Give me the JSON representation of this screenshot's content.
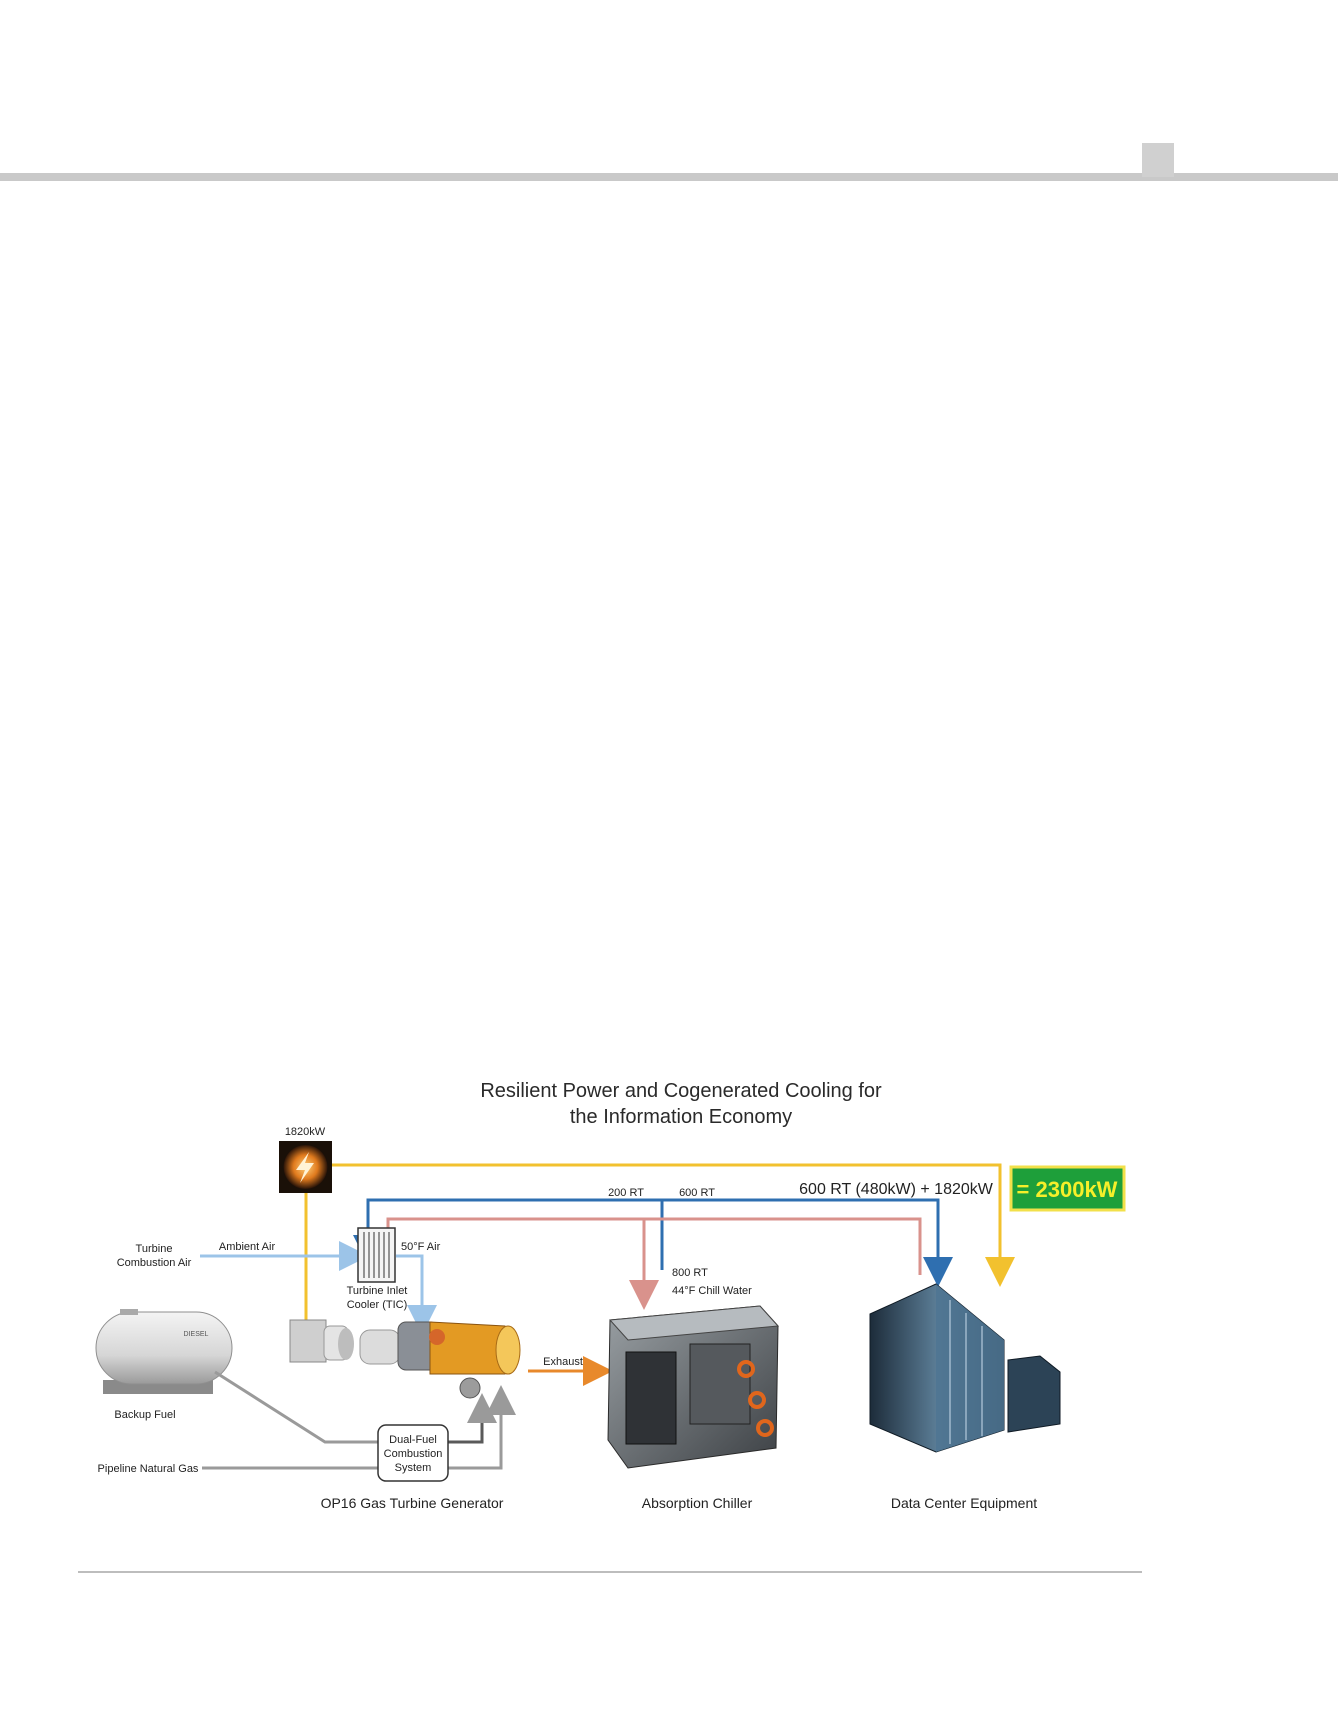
{
  "figure": {
    "title_line1": "Resilient Power and Cogenerated Cooling for",
    "title_line2": "the Information Economy"
  },
  "power": {
    "generator_output": "1820kW",
    "total_badge": "= 2300kW",
    "summary": "600 RT (480kW) + 1820kW"
  },
  "chilled_water": {
    "to_tic": "200 RT",
    "to_datacenter": "600 RT",
    "chiller_output": "800 RT",
    "chiller_temp": "44°F Chill Water"
  },
  "air": {
    "source_line1": "Turbine",
    "source_line2": "Combustion Air",
    "ambient": "Ambient Air",
    "cooled": "50°F Air",
    "tic_line1": "Turbine Inlet",
    "tic_line2": "Cooler (TIC)"
  },
  "fuel": {
    "backup": "Backup Fuel",
    "pipeline": "Pipeline Natural Gas",
    "combustion_line1": "Dual-Fuel",
    "combustion_line2": "Combustion",
    "combustion_line3": "System"
  },
  "exhaust_label": "Exhaust",
  "components": {
    "turbine": "OP16 Gas Turbine Generator",
    "chiller": "Absorption Chiller",
    "datacenter": "Data Center Equipment"
  },
  "colors": {
    "power": "#f2c12e",
    "chill_water": "#2f6fb0",
    "return_water": "#d9928c",
    "air": "#9cc4e8",
    "exhaust": "#e8892b",
    "fuel": "#9a9a9a",
    "badge_bg": "#1e9f3a"
  }
}
